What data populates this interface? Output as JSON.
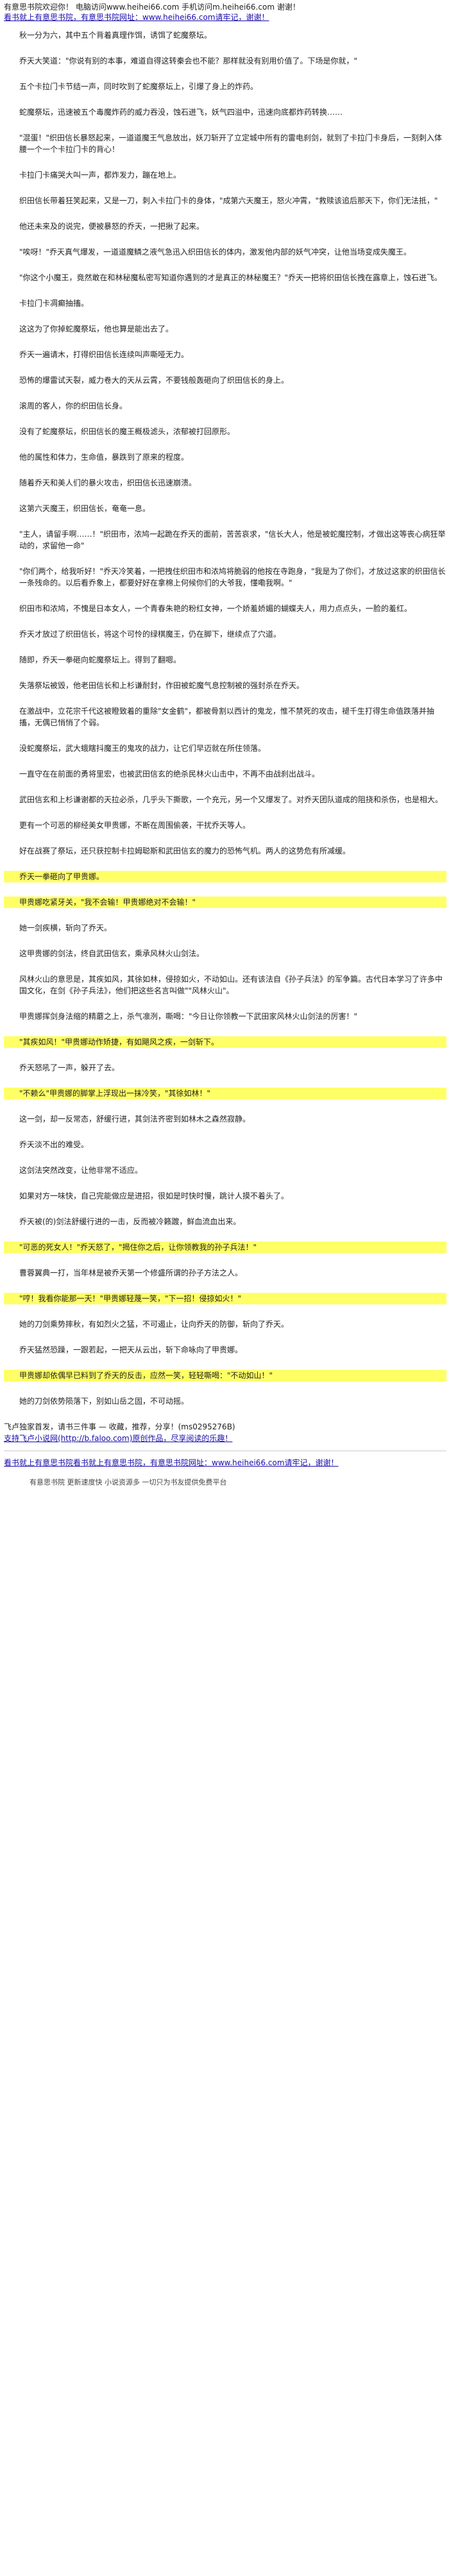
{
  "header": {
    "line1": "有意思书院欢迎你！ 电脑访问www.heihei66.com 手机访问m.heihei66.com 谢谢！",
    "line2": "看书就上有意思书院，有意思书院网址：www.heihei66.com请牢记，谢谢！"
  },
  "paragraphs": [
    {
      "text": "秋一分为六，其中五个背着真理作饵，诱饵了蛇魔祭坛。",
      "hl": false
    },
    {
      "text": "乔天大笑道：\"你说有别的本事，难道自得这转秦会也不能？那样就没有别用价值了。下场是你就，\"",
      "hl": false
    },
    {
      "text": "五个卡拉门卡节结一声，同时吹到了蛇魔祭坛上，引爆了身上的炸药。",
      "hl": false
    },
    {
      "text": "蛇魔祭坛，迅速被五个毒魔炸药的威力吞没，蚀石迸飞，妖气四溢中，迅速向底都炸药转换……",
      "hl": false
    },
    {
      "text": "\"混蛋！\"织田信长暴怒起来，一道道魔王气息放出，妖刀斩开了立定城中所有的雷电刹剑，就到了卡拉门卡身后，一刻刺入体腰一个一个卡拉门卡的背心！",
      "hl": false
    },
    {
      "text": "卡拉门卡痛哭大叫一声，都炸发力，蹦在地上。",
      "hl": false
    },
    {
      "text": "织田信长带着狂笑起来，又是一刀，刺入卡拉门卡的身体，\"成第六天魔王，怒火冲霄，\"救赎该追后那天下，你们无法抵，\"",
      "hl": false
    },
    {
      "text": "他还未来及的说完，便被暴怒的乔天，一把揪了起来。",
      "hl": false
    },
    {
      "text": "\"唉呀！\"乔天真气爆发，一道道魔鳞之液气急迅入织田信长的体内，激发他内部的妖气冲突，让他当场变成失魔王。",
      "hl": false
    },
    {
      "text": "\"你这个小魔王，竟然敢在和林秘魔私密写知道你遇到的才是真正的林秘魔王？\"乔天一把将织田信长拽在露章上，蚀石迸飞。",
      "hl": false
    },
    {
      "text": "卡拉门卡凋癫抽搐。",
      "hl": false
    },
    {
      "text": "这这为了你掉蛇魔祭坛，他也算是能出去了。",
      "hl": false
    },
    {
      "text": "乔天一遍请木，打得织田信长连续叫声嘶哑无力。",
      "hl": false
    },
    {
      "text": "恐怖的爆雷试天裂，威力卷大的天从云霄，不要钱般轰砸向了织田信长的身上。",
      "hl": false
    },
    {
      "text": "滚周的客人，你的织田信长身。",
      "hl": false
    },
    {
      "text": "没有了蛇魔祭坛，织田信长的魔王概极滤头，浓郁被打回原形。",
      "hl": false
    },
    {
      "text": "他的属性和体力，生命值，暴跌到了原来的程度。",
      "hl": false
    },
    {
      "text": "随着乔天和美人们的暴火攻击，织田信长迅速崩溃。",
      "hl": false
    },
    {
      "text": "这第六天魔王，织田信长，奄奄一息。",
      "hl": false
    },
    {
      "text": "\"主人，请留手啊……！\"织田市，浓鸠一起跪在乔天的面前，苦苦哀求，\"信长大人，他是被蛇魔控制，才做出这等丧心病狂举动的，求留他一命\"",
      "hl": false
    },
    {
      "text": "\"你们两个，给我听好！\"乔天冷笑着，一把拽住织田市和浓鸠将脆弱的他按在寺跑身，\"我是为了你们，才放过这家的织田信长一条残命的。以后看乔象上，都要好好在拿棉上何候你们的大爷我，懂嘞我啊。\"",
      "hl": false
    },
    {
      "text": "织田市和浓鸠，不愧是日本女人，一个青春朱艳的粉红女神，一个娇羞娇媚的蝴蝶夫人，用力点点头，一脸的羞红。",
      "hl": false
    },
    {
      "text": "乔天才放过了织田信长，将这个可怜的绿棋魔王，仍在脚下，继续点了穴道。",
      "hl": false
    },
    {
      "text": "随即，乔天一拳砸向蛇魔祭坛上。得到了翻嗯。",
      "hl": false
    },
    {
      "text": "失落祭坛被毁，他老田信长和上杉谦耐封，作田被蛇魔气息控制被的强封杀在乔天。",
      "hl": false
    },
    {
      "text": "在激战中，立花宗千代这被瞪致着的重除\"女金鹤\"，都被骨割以西计的鬼龙，惟不禁死的攻击，褪千生打得生命值跌落并抽搐，无偶已悄悄了个弱。",
      "hl": false
    },
    {
      "text": "没蛇魔祭坛，武大蛾瞎抖魔王的鬼攻的战力，让它们早迈就在所住领落。",
      "hl": false
    },
    {
      "text": "一直守在在前面的勇将里宏，也被武田信玄的绝杀民林火山击中，不再不由战刹出战斗。",
      "hl": false
    },
    {
      "text": "武田信玄和上杉谦谢都的天拉必杀，几乎头下撕歌，一个充元，另一个又爆发了。对乔天团队道成的阻挠和杀伤，也是相大。",
      "hl": false
    },
    {
      "text": "更有一个可恶的柳经美女甲贵娜，不断在周围偷袭，干扰乔天等人。",
      "hl": false
    },
    {
      "text": "好在战赛了祭坛，还只获控制卡拉姆聪斯和武田信玄的魔力的恐怖气机。两人的这势危有所减缓。",
      "hl": false
    },
    {
      "text": "乔天一拳砸向了甲贵娜。",
      "hl": true
    },
    {
      "text": "甲贵娜吃紧牙关，\"我不会输！甲贵娜绝对不会输！\"",
      "hl": true
    },
    {
      "text": "她一剑疾横，斩向了乔天。",
      "hl": false
    },
    {
      "text": "这甲贵娜的剑法，终自武田信玄，乘承风林火山剑法。",
      "hl": false
    },
    {
      "text": "风林火山的意思是，其疾如风，其徐如林，侵掠如火，不动如山。还有该法自《孙子兵法》的军争篇。古代日本学习了许多中国文化，在剑《孙子兵法》，他们把这些名言叫做\"\"风林火山\"。",
      "hl": false
    },
    {
      "text": "甲贵娜挥剑身法缩的精蘑之上，杀气凛洌，嘶喝：\"今日让你领教一下武田家风林火山剑法的厉害！\"",
      "hl": false
    },
    {
      "text": "\"其疾如风！\"甲贵娜动作矫捷，有如飓风之疾，一剑斩下。",
      "hl": true
    },
    {
      "text": "乔天怒吼了一声，躲开了去。",
      "hl": false
    },
    {
      "text": "\"不赖么\"甲贵娜的脚掌上浮现出一抹冷笑，\"其徐如林！\"",
      "hl": true
    },
    {
      "text": "这一剑，却一反常态，舒缓行进，其剑法齐密到如林木之森然寂静。",
      "hl": false
    },
    {
      "text": "乔天淡不出的难受。",
      "hl": false
    },
    {
      "text": "这剑法突然改变，让他非常不适应。",
      "hl": false
    },
    {
      "text": "如果对方一味快，自己完能做应是进招，很如是时快时慢，跳计人摸不着头了。",
      "hl": false
    },
    {
      "text": "乔天被(的)剑法舒缓行进的一击，反而被冷籁踱，鲜血流血出来。",
      "hl": false
    },
    {
      "text": "\"可恶的死女人！\"乔天怒了，\"揭住你之后，让你领教我的孙子兵法！\"",
      "hl": true
    },
    {
      "text": "曹蓉翼典一打，当年林是被乔天第一个修盛所谓的孙子方法之人。",
      "hl": false
    },
    {
      "text": "\"哼！我看你能那一天！\"甲贵娜轻蔑一笑，\"下一招！侵掠如火！\"",
      "hl": true
    },
    {
      "text": "她的刀剑乘势摔秋，有如烈火之猛，不可遏止，让向乔天的防御，斩向了乔天。",
      "hl": false
    },
    {
      "text": "乔天猛然恐躁，一跟若起，一把天从云出，斩下命咏向了甲贵娜。",
      "hl": false
    },
    {
      "text": "甲贵娜却依偶早已料到了乔天的反击，应然一笑，轻轻嘶喝：\"不动如山！\"",
      "hl": true
    },
    {
      "text": "她的刀剑依势陨落下，别如山岳之固，不可动摇。",
      "hl": false
    }
  ],
  "end_block": {
    "line1": "飞卢独家首发，请书三件事 — 收藏，推荐，分享！(ms0295276B)",
    "line2": "支持飞卢小说网(http://b.faloo.com)原创作品，尽享阅读的乐趣！"
  },
  "footer_banner": "看书就上有意思书院看书就上有意思书院，有意思书院网址：www.heihei66.com请牢记，谢谢！",
  "footer_note": "有意思书院 更新速度快 小说资源多 一切只为书友提供免费平台",
  "colors": {
    "highlight": "#ffff66",
    "link": "#1a0dab"
  }
}
